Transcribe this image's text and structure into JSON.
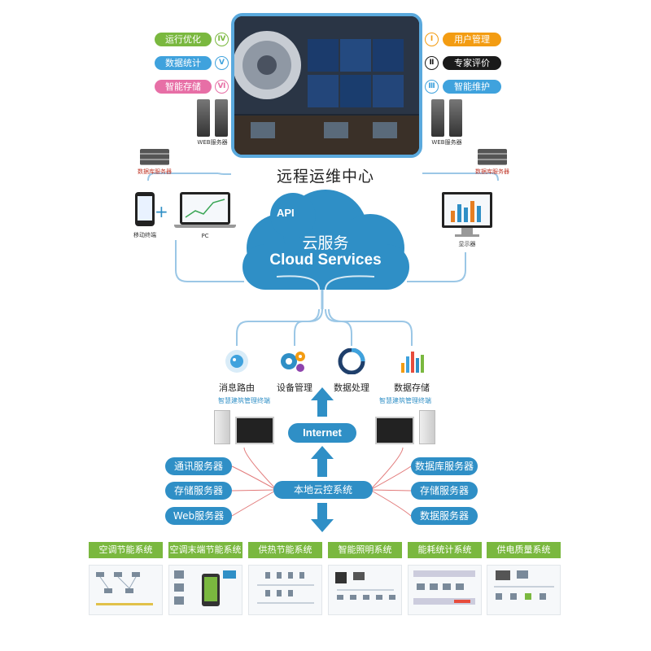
{
  "center": {
    "title": "远程运维中心",
    "left_features": [
      {
        "label": "运行优化",
        "num": "Ⅳ",
        "color": "#7ab83f"
      },
      {
        "label": "数据统计",
        "num": "Ⅴ",
        "color": "#3fa2dd"
      },
      {
        "label": "智能存储",
        "num": "Ⅵ",
        "color": "#e76fa6"
      }
    ],
    "right_features": [
      {
        "label": "用户管理",
        "num": "Ⅰ",
        "color": "#f39c12"
      },
      {
        "label": "专家评价",
        "num": "Ⅱ",
        "color": "#1a1a1a"
      },
      {
        "label": "智能维护",
        "num": "Ⅲ",
        "color": "#3fa2dd"
      }
    ],
    "left_web_server": "WEB服务器",
    "right_web_server": "WEB服务器",
    "left_db_server": "数据库服务器",
    "right_db_server": "数据库服务器"
  },
  "terminals": {
    "mobile": "移动终端",
    "plus": "+",
    "pc": "PC",
    "display": "显示器"
  },
  "cloud": {
    "api": "API",
    "zh": "云服务",
    "en": "Cloud Services"
  },
  "functions": [
    {
      "label": "消息路由",
      "icon": "message-route-icon"
    },
    {
      "label": "设备管理",
      "icon": "gear-icon"
    },
    {
      "label": "数据处理",
      "icon": "data-process-icon"
    },
    {
      "label": "数据存储",
      "icon": "bar-chart-icon"
    }
  ],
  "terminal_labels": {
    "left": "智慧建筑管理终端",
    "right": "智慧建筑管理终端"
  },
  "internet": "Internet",
  "local": "本地云控系统",
  "left_servers": [
    "通讯服务器",
    "存储服务器",
    "Web服务器"
  ],
  "right_servers": [
    "数据库服务器",
    "存储服务器",
    "数据服务器"
  ],
  "systems": [
    "空调节能系统",
    "空调末端节能系统",
    "供热节能系统",
    "智能照明系统",
    "能耗统计系统",
    "供电质量系统"
  ],
  "colors": {
    "accent": "#2f8fc6",
    "green": "#7ab83f",
    "wire": "#9bc7e6",
    "red_wire": "#e27a7a"
  }
}
